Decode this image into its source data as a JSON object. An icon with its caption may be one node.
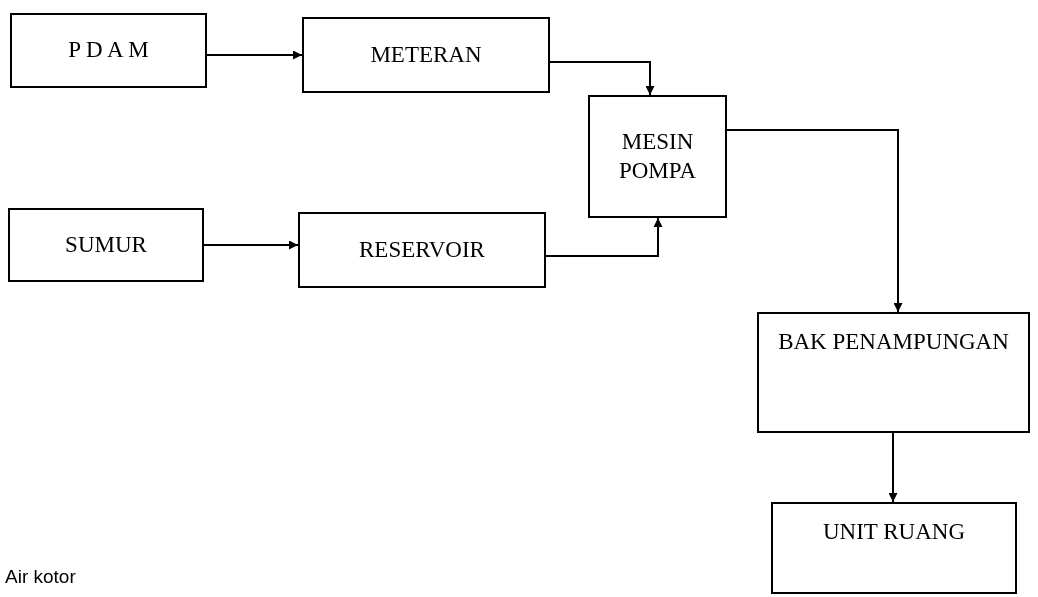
{
  "diagram": {
    "nodes": [
      {
        "text": [
          "P D A M"
        ]
      },
      {
        "text": [
          "METERAN"
        ]
      },
      {
        "text": [
          "MESIN POMPA"
        ]
      },
      {
        "text": [
          "SUMUR"
        ]
      },
      {
        "text": [
          "RESERVOIR"
        ]
      },
      {
        "text": [
          "BAK PENAMPUNGAN"
        ]
      },
      {
        "text": [
          "UNIT RUANG"
        ]
      }
    ],
    "edges": [
      {
        "from": 0,
        "to": 1,
        "arrow": "to"
      },
      {
        "from": 1,
        "to": 2,
        "arrow": "to"
      },
      {
        "from": 3,
        "to": 4,
        "arrow": "to"
      },
      {
        "from": 4,
        "to": 2,
        "arrow": "to"
      },
      {
        "from": 2,
        "to": 5,
        "arrow": "to"
      },
      {
        "from": 5,
        "to": 6,
        "arrow": "to"
      }
    ],
    "labels": [
      "Air kotor"
    ]
  }
}
